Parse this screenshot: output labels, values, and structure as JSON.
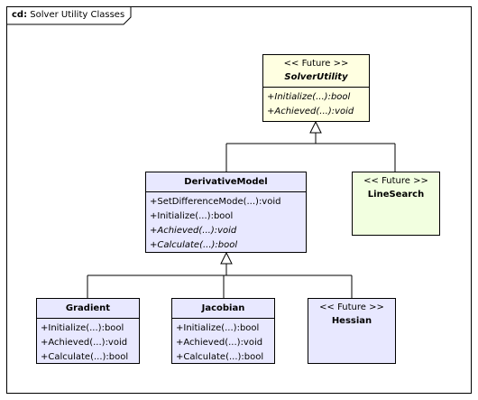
{
  "frame": {
    "kind": "cd:",
    "title": "Solver Utility Classes"
  },
  "classes": {
    "solver_utility": {
      "stereotype": "<< Future >>",
      "name": "SolverUtility",
      "ops": [
        "+Initialize(...):bool",
        "+Achieved(...):void"
      ]
    },
    "derivative_model": {
      "name": "DerivativeModel",
      "ops": [
        "+SetDifferenceMode(...):void",
        "+Initialize(...):bool",
        "+Achieved(...):void",
        "+Calculate(...):bool"
      ]
    },
    "line_search": {
      "stereotype": "<< Future >>",
      "name": "LineSearch"
    },
    "gradient": {
      "name": "Gradient",
      "ops": [
        "+Initialize(...):bool",
        "+Achieved(...):void",
        "+Calculate(...):bool"
      ]
    },
    "jacobian": {
      "name": "Jacobian",
      "ops": [
        "+Initialize(...):bool",
        "+Achieved(...):void",
        "+Calculate(...):bool"
      ]
    },
    "hessian": {
      "stereotype": "<< Future >>",
      "name": "Hessian"
    }
  },
  "colors": {
    "future_yellow": "#ffffe1",
    "future_green": "#f2ffe0",
    "class_blue": "#e8e8ff",
    "line": "#000000"
  }
}
